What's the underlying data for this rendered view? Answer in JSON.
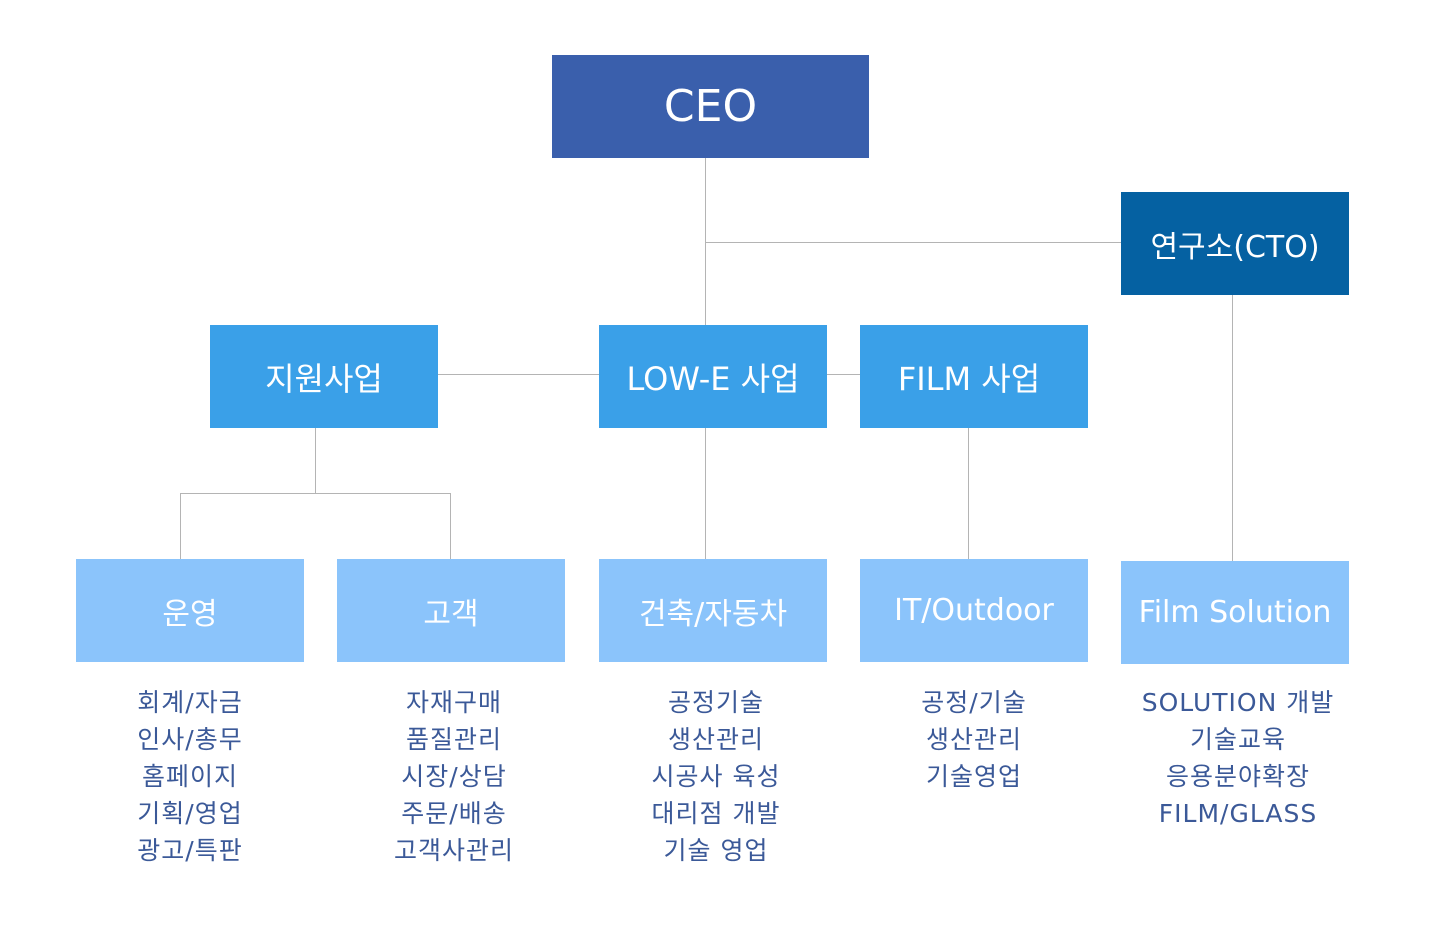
{
  "ceo": "CEO",
  "cto": "연구소(CTO)",
  "divisions": {
    "support": "지원사업",
    "lowe": "LOW-E 사업",
    "film": "FILM 사업"
  },
  "teams": {
    "operations": {
      "label": "운영",
      "duties": [
        "회계/자금",
        "인사/총무",
        "홈페이지",
        "기획/영업",
        "광고/특판"
      ]
    },
    "customer": {
      "label": "고객",
      "duties": [
        "자재구매",
        "품질관리",
        "시장/상담",
        "주문/배송",
        "고객사관리"
      ]
    },
    "construction": {
      "label": "건축/자동차",
      "duties": [
        "공정기술",
        "생산관리",
        "시공사 육성",
        "대리점 개발",
        "기술 영업"
      ]
    },
    "it": {
      "label": "IT/Outdoor",
      "duties": [
        "공정/기술",
        "생산관리",
        "기술영업"
      ]
    },
    "solution": {
      "label": "Film Solution",
      "duties": [
        "SOLUTION 개발",
        "기술교육",
        "응용분야확장",
        "FILM/GLASS"
      ]
    }
  },
  "colors": {
    "ceo": "#3a5fac",
    "cto": "#0561a2",
    "division": "#3aa0e8",
    "team": "#8bc4fb",
    "duty_text": "#3b5998",
    "connector": "#b4b4b4"
  }
}
